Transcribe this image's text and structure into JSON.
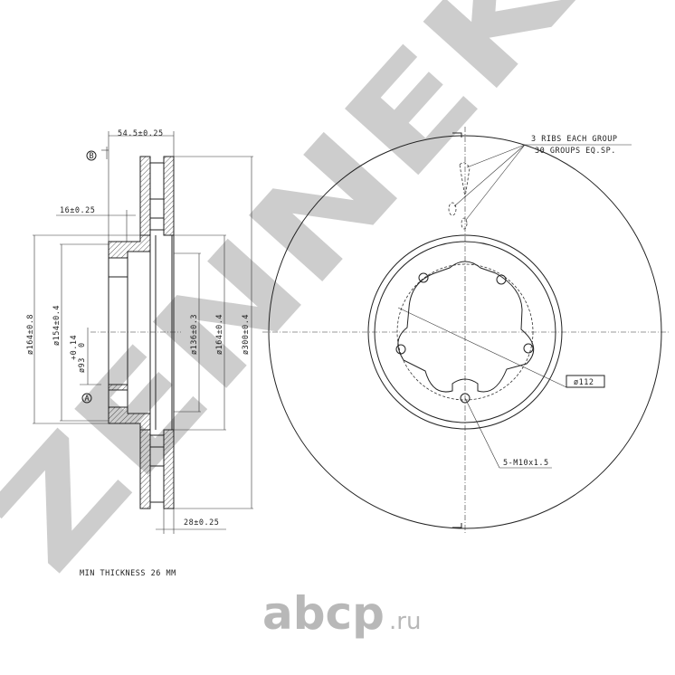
{
  "watermark": {
    "brand": "ZENNEK",
    "logo": "abcp",
    "logo_suffix": ".ru"
  },
  "section_view": {
    "dims": {
      "overall_height": "54.5±0.25",
      "hub_offset": "16±0.25",
      "d164_08": "ø164±0.8",
      "d154": "ø154±0.4",
      "d93": "ø93",
      "d93_tol_upper": "+0.14",
      "d93_tol_lower": "0",
      "d136": "ø136±0.3",
      "d164_04": "ø164±0.4",
      "d300": "ø300±0.4",
      "thickness": "28±0.25"
    },
    "datum_a": "A",
    "datum_b": "B",
    "min_thickness_note": "MIN THICKNESS 26 MM"
  },
  "front_view": {
    "ribs_note_line1": "3 RIBS EACH GROUP",
    "ribs_note_line2": "30 GROUPS EQ.SP.",
    "pcd": "ø112",
    "bolt_holes": "5-M10x1.5"
  }
}
